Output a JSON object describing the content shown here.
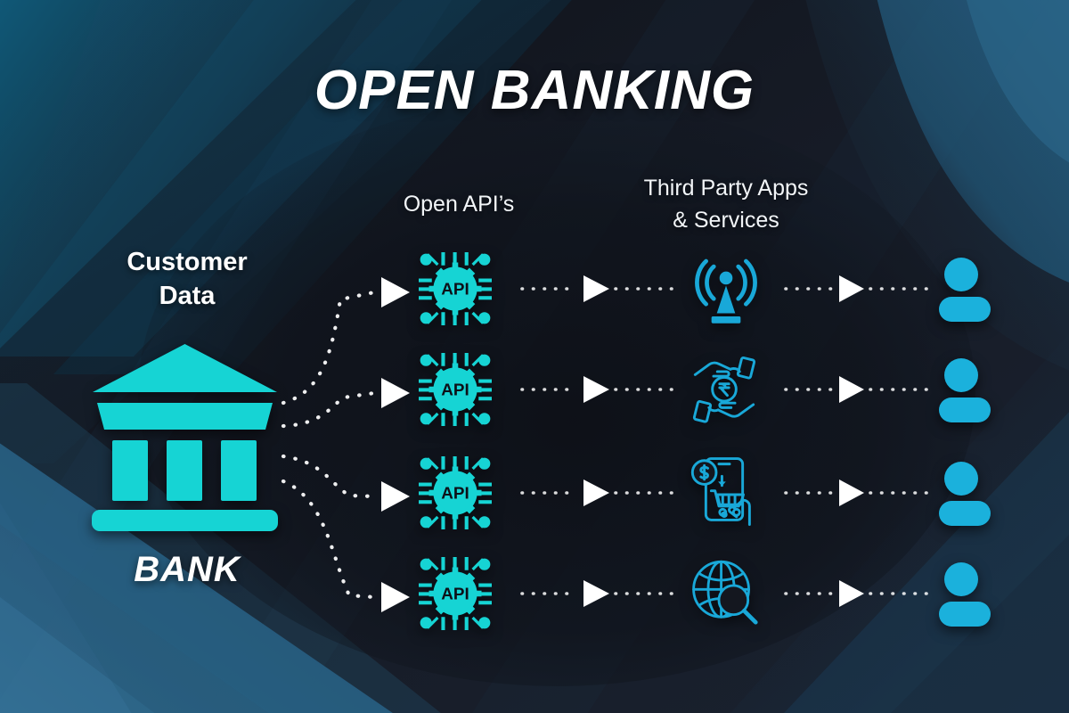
{
  "title": "OPEN BANKING",
  "headings": {
    "open_api": "Open API’s",
    "third_party_line1": "Third Party Apps",
    "third_party_line2": "& Services"
  },
  "source": {
    "customer_data_line1": "Customer",
    "customer_data_line2": "Data",
    "bank_label": "BANK",
    "bank_icon": "bank-building-icon"
  },
  "colors": {
    "accent_cyan": "#16D4D4",
    "user_blue": "#1BB1DC",
    "service_blue": "#19A8D8",
    "arrow_white": "#FFFFFF",
    "bg_dark": "#14171F",
    "bg_navy": "#1B2433",
    "bg_teal": "#11546E",
    "bg_steel": "#2C6386"
  },
  "rows": [
    {
      "api_label": "API",
      "api_icon": "api-chip-icon",
      "service_icon": "broadcast-tower-icon",
      "user_icon": "user-person-icon"
    },
    {
      "api_label": "API",
      "api_icon": "api-chip-icon",
      "service_icon": "hands-rupee-coin-icon",
      "user_icon": "user-person-icon"
    },
    {
      "api_label": "API",
      "api_icon": "api-chip-icon",
      "service_icon": "mobile-shopping-cart-icon",
      "user_icon": "user-person-icon"
    },
    {
      "api_label": "API",
      "api_icon": "api-chip-icon",
      "service_icon": "globe-search-icon",
      "user_icon": "user-person-icon"
    }
  ],
  "connectors": {
    "style": "dotted",
    "arrowhead": "solid-triangle-right",
    "bank_to_api_count": 4,
    "api_to_service_count": 4,
    "service_to_user_count": 4
  }
}
